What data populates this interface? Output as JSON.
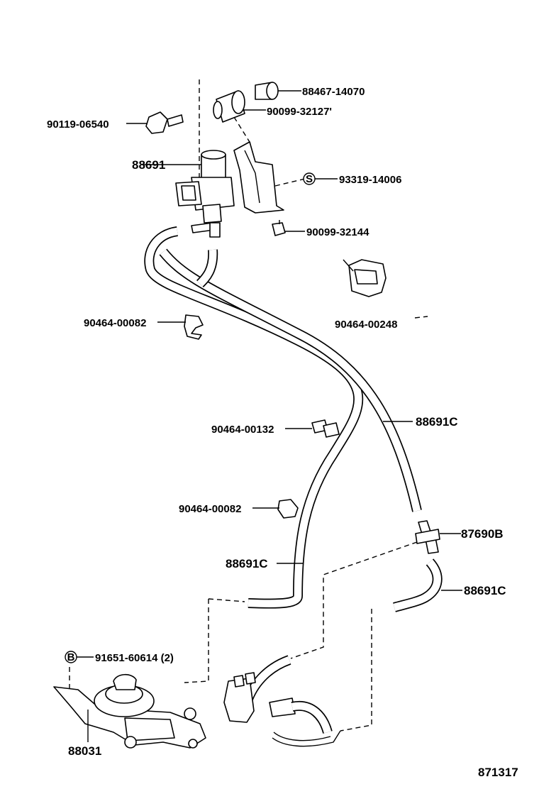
{
  "parts": {
    "p88467_14070": "88467-14070",
    "p90099_32127": "90099-32127'",
    "p90119_06540": "90119-06540",
    "p88691": "88691",
    "p93319_14006": "93319-14006",
    "p90099_32144": "90099-32144",
    "p90464_00082_a": "90464-00082",
    "p90464_00248": "90464-00248",
    "p88691C_a": "88691C",
    "p90464_00132": "90464-00132",
    "p90464_00082_b": "90464-00082",
    "p87690B": "87690B",
    "p88691C_b": "88691C",
    "p88691C_c": "88691C",
    "p91651_60614": "91651-60614 (2)",
    "p88031": "88031"
  },
  "markers": {
    "s_marker": "S",
    "b_marker": "B"
  },
  "diagram_id": "871317"
}
